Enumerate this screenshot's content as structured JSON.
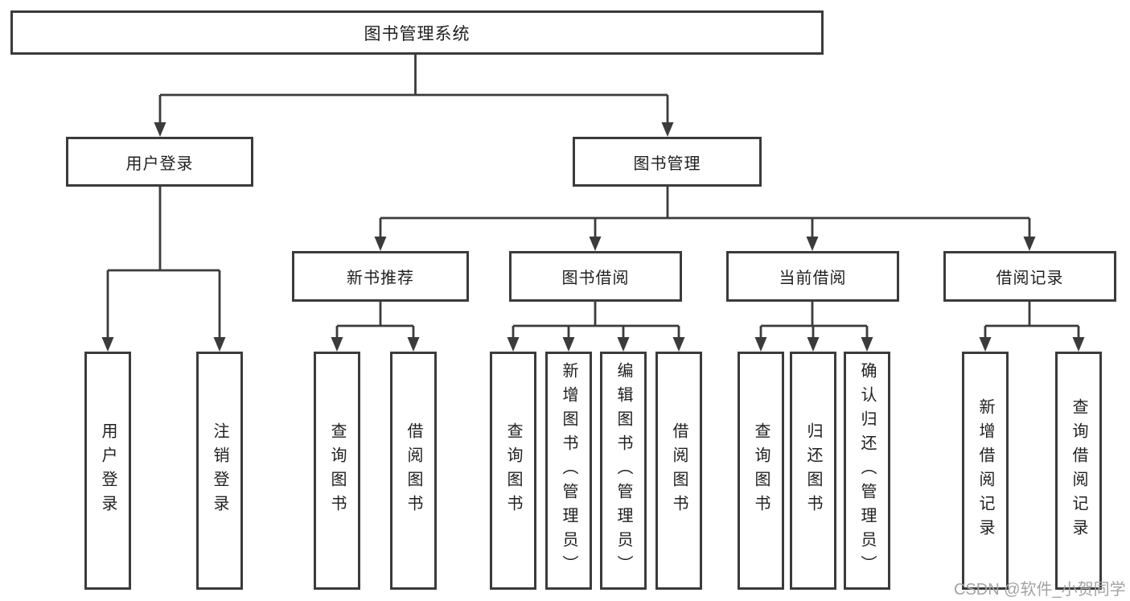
{
  "diagram_title": "图书管理系统",
  "colors": {
    "line": "#3b3b3b",
    "box_border": "#3b3b3b",
    "text": "#1f1f1f",
    "background": "#ffffff",
    "watermark": "#a3a3a3"
  },
  "nodes": {
    "root": {
      "label": "图书管理系统"
    },
    "level2": [
      {
        "id": "user-login",
        "label": "用户登录"
      },
      {
        "id": "book-management",
        "label": "图书管理"
      }
    ],
    "level3": [
      {
        "id": "new-book-recommendation",
        "label": "新书推荐",
        "parent": "图书管理"
      },
      {
        "id": "book-borrowing",
        "label": "图书借阅",
        "parent": "图书管理"
      },
      {
        "id": "current-borrowing",
        "label": "当前借阅",
        "parent": "图书管理"
      },
      {
        "id": "borrowing-records",
        "label": "借阅记录",
        "parent": "图书管理"
      }
    ],
    "level4": [
      {
        "id": "user-login-leaf",
        "label": "用户登录",
        "parent": "用户登录"
      },
      {
        "id": "logout",
        "label": "注销登录",
        "parent": "用户登录"
      },
      {
        "id": "recommend-query-books",
        "label": "查询图书",
        "parent": "新书推荐"
      },
      {
        "id": "recommend-borrow-books",
        "label": "借阅图书",
        "parent": "新书推荐"
      },
      {
        "id": "borrow-query-books",
        "label": "查询图书",
        "parent": "图书借阅"
      },
      {
        "id": "borrow-add-books-admin",
        "label": "新增图书（管理员）",
        "parent": "图书借阅"
      },
      {
        "id": "borrow-edit-books-admin",
        "label": "编辑图书（管理员）",
        "parent": "图书借阅"
      },
      {
        "id": "borrow-borrow-books",
        "label": "借阅图书",
        "parent": "图书借阅"
      },
      {
        "id": "current-query-books",
        "label": "查询图书",
        "parent": "当前借阅"
      },
      {
        "id": "current-return-books",
        "label": "归还图书",
        "parent": "当前借阅"
      },
      {
        "id": "current-confirm-return-admin",
        "label": "确认归还（管理员）",
        "parent": "当前借阅"
      },
      {
        "id": "records-add-record",
        "label": "新增借阅记录",
        "parent": "借阅记录"
      },
      {
        "id": "records-query-record",
        "label": "查询借阅记录",
        "parent": "借阅记录"
      }
    ]
  },
  "watermark": {
    "text": "CSDN @软件_小贺同学"
  }
}
